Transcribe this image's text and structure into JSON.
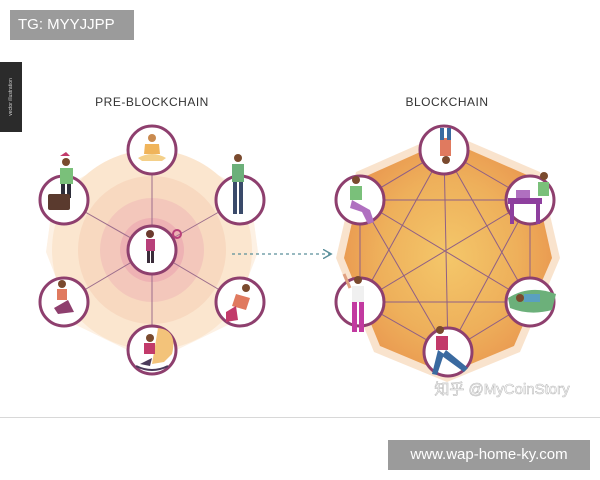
{
  "top_tag": {
    "text": "TG: MYYJJPP"
  },
  "side_label": {
    "text": "vector illustration"
  },
  "diagram": {
    "left_title": "PRE-BLOCKCHAIN",
    "right_title": "BLOCKCHAIN",
    "watermark": "知乎 @MyCoinStory",
    "colors": {
      "node_ring": "#8e3f6e",
      "link_line": "#8f5f86",
      "arrow": "#5a8f9a",
      "left_glow": "#f7d9b8",
      "right_fill": "#f0b45a"
    }
  },
  "bottom_tag": {
    "text": "www.wap-home-ky.com"
  }
}
